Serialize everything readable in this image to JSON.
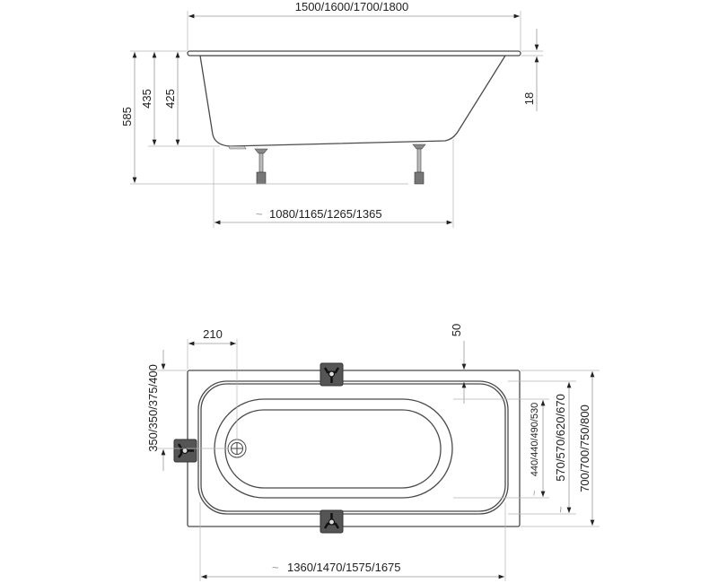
{
  "side_view": {
    "overall_length": "1500/1600/1700/1800",
    "total_height": "585",
    "height_to_rim_outer": "435",
    "height_to_rim_inner": "425",
    "rim_thickness": "18",
    "leg_span": "1080/1165/1265/1365",
    "approx_symbol": "~"
  },
  "plan_view": {
    "drain_offset": "210",
    "rim_width": "50",
    "side_foot_position": "350/350/375/400",
    "inner_width": "440/440/490/530",
    "bowl_width": "570/570/620/670",
    "overall_width": "700/700/750/800",
    "inner_length": "1360/1470/1575/1675",
    "approx_symbol": "~"
  },
  "colors": {
    "line": "#4a4a4a",
    "dimension": "#9a9a9a",
    "foot": "#555555"
  }
}
